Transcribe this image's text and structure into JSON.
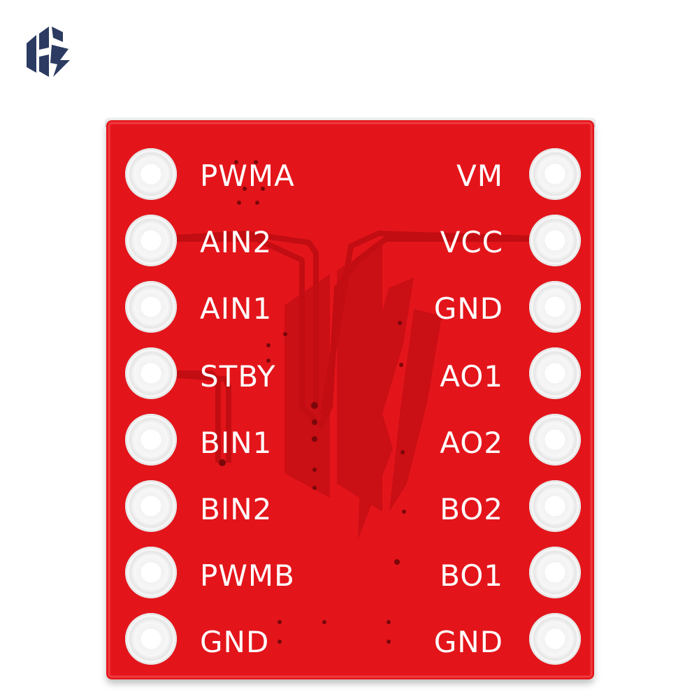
{
  "colors": {
    "board_red": "#e3151b",
    "board_dark_red": "#c10d12",
    "silkscreen_white": "#ffffff",
    "logo_navy": "#2b3b61"
  },
  "logo": {
    "icon": "hs-logo-icon"
  },
  "board": {
    "left_pins": [
      {
        "label": "PWMA"
      },
      {
        "label": "AIN2"
      },
      {
        "label": "AIN1"
      },
      {
        "label": "STBY"
      },
      {
        "label": "BIN1"
      },
      {
        "label": "BIN2"
      },
      {
        "label": "PWMB"
      },
      {
        "label": "GND"
      }
    ],
    "right_pins": [
      {
        "label": "VM"
      },
      {
        "label": "VCC"
      },
      {
        "label": "GND"
      },
      {
        "label": "AO1"
      },
      {
        "label": "AO2"
      },
      {
        "label": "BO2"
      },
      {
        "label": "BO1"
      },
      {
        "label": "GND"
      }
    ]
  }
}
